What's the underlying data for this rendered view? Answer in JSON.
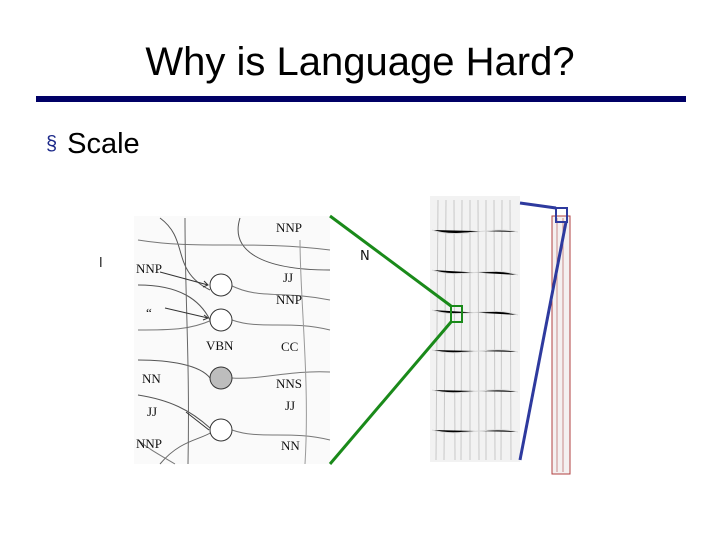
{
  "slide": {
    "title": "Why is Language Hard?",
    "bullet": {
      "marker": "§",
      "text": "Scale"
    }
  },
  "figure": {
    "left_fragment_char": "l",
    "right_fragment_char": "N",
    "node_labels": [
      "NNP",
      "NNP",
      "JJ",
      "NNP",
      "“",
      "VBN",
      "CC",
      "NN",
      "NNS",
      "JJ",
      "JJ",
      "NNP",
      "NN"
    ],
    "colors": {
      "zoom_green": "#1a8a1a",
      "zoom_blue": "#2e3a9e",
      "strip_red": "#b04040",
      "rule_navy": "#000066"
    }
  }
}
